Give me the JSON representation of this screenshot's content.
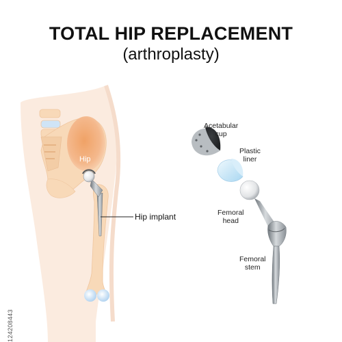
{
  "title": "TOTAL HIP REPLACEMENT",
  "subtitle": "(arthroplasty)",
  "labels": {
    "hip": "Hip",
    "hip_implant": "Hip implant",
    "acetabular_cup_1": "Acetabular",
    "acetabular_cup_2": "cup",
    "plastic_liner_1": "Plastic",
    "plastic_liner_2": "liner",
    "femoral_head_1": "Femoral",
    "femoral_head_2": "head",
    "femoral_stem_1": "Femoral",
    "femoral_stem_2": "stem"
  },
  "watermark": "124208443",
  "colors": {
    "skin": "#fbe9dc",
    "bone": "#f8d9b8",
    "hip_highlight": "#f2a871",
    "metal": "#9ea3a8",
    "liner": "#bfe3f7",
    "cartilage": "#cfe4f6"
  }
}
